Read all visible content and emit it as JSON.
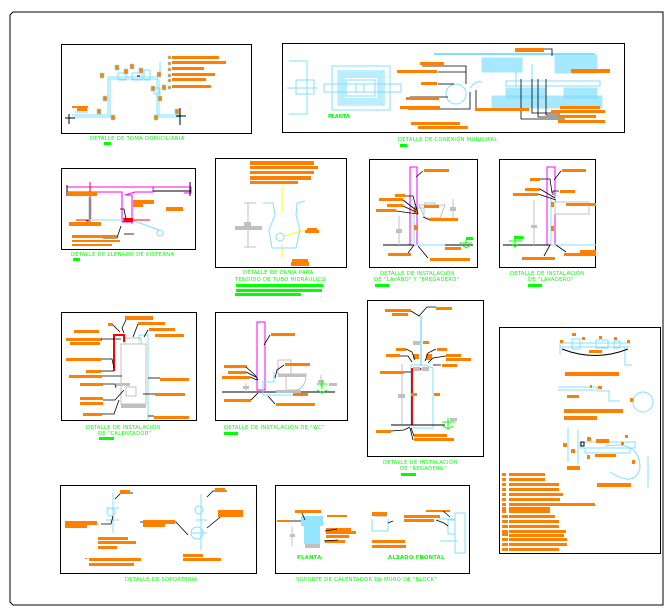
{
  "sheet": {
    "title": "Detalles de instalación hidráulica",
    "colors": {
      "annotation": "#ff8000",
      "caption": "#00ff00",
      "cold_water": "#80dfff",
      "hot_water": "#ff0000",
      "wall": "#ff00ff",
      "dimension": "#c0c0c0",
      "leader": "#000000",
      "leader_yellow": "#ffff00"
    }
  },
  "panels": [
    {
      "id": "toma-domiciliaria",
      "caption": "DETALLE DE TOMA DOMICILIARIA"
    },
    {
      "id": "conexion-municipal",
      "caption": "DETALLE DE CONEXIÓN MUNICIPAL",
      "sublabel": "PLANTA"
    },
    {
      "id": "llenado-cisterna",
      "caption": "DETALLE DE LLENADO DE CISTERNA"
    },
    {
      "id": "zanja",
      "caption_line1": "DETALLE DE ZANJA PARA",
      "caption_line2": "TENDIDO DE TUBO HIDRÁULICO"
    },
    {
      "id": "lavabo-fregadero",
      "caption_line1": "DETALLE DE INSTALACIÓN",
      "caption_line2": "DE \"LAVABO\" Y \"FREGADERO\""
    },
    {
      "id": "lavadero",
      "caption_line1": "DETALLE DE INSTALACIÓN",
      "caption_line2": "DE \"LAVADERO\""
    },
    {
      "id": "calentador",
      "caption_line1": "DETALLE DE INSTALACIÓN",
      "caption_line2": "DE \"CALENTADOR\""
    },
    {
      "id": "wc",
      "caption": "DETALLE DE INSTALACIÓN DE \"WC\""
    },
    {
      "id": "regadera",
      "caption_line1": "DETALLE DE INSTALACIÓN",
      "caption_line2": "DE \"REGADERA\""
    },
    {
      "id": "detalles-generales"
    },
    {
      "id": "soporteria",
      "caption": "DETALLE DE SOPORTERIA"
    },
    {
      "id": "soporte-calentador",
      "caption": "SOPORTE DE CALENTADOR EN MURO DE \"BLOCK\"",
      "sublabel_left": "PLANTA",
      "sublabel_right": "ALZADO FRONTAL"
    }
  ]
}
